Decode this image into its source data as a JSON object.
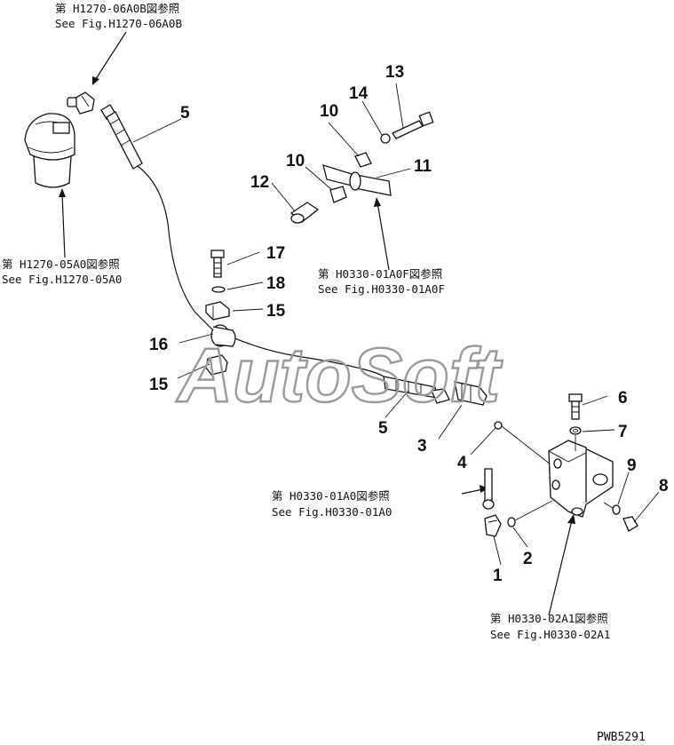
{
  "callouts": {
    "p1": "1",
    "p2": "2",
    "p3": "3",
    "p4": "4",
    "p5a": "5",
    "p5b": "5",
    "p6": "6",
    "p7": "7",
    "p8": "8",
    "p9": "9",
    "p10a": "10",
    "p10b": "10",
    "p11": "11",
    "p12": "12",
    "p13": "13",
    "p14": "14",
    "p15a": "15",
    "p15b": "15",
    "p16": "16",
    "p17": "17",
    "p18": "18"
  },
  "references": {
    "h1270_06a0b": {
      "jp": "第 H1270-06A0B図参照",
      "en": "See Fig.H1270-06A0B"
    },
    "h1270_05a0": {
      "jp": "第 H1270-05A0図参照",
      "en": "See Fig.H1270-05A0"
    },
    "h0330_01a0f": {
      "jp": "第 H0330-01A0F図参照",
      "en": "See Fig.H0330-01A0F"
    },
    "h0330_01a0": {
      "jp": "第 H0330-01A0図参照",
      "en": "See Fig.H0330-01A0"
    },
    "h0330_02a1": {
      "jp": "第 H0330-02A1図参照",
      "en": "See Fig.H0330-02A1"
    }
  },
  "watermark": "AutoSoft",
  "drawing_code": "PWB5291"
}
